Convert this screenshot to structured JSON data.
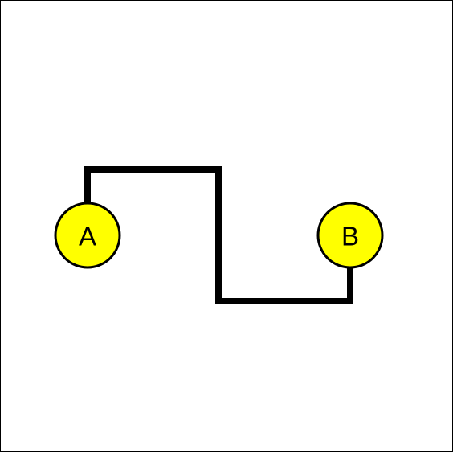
{
  "diagram": {
    "nodes": [
      {
        "id": "A",
        "label": "A"
      },
      {
        "id": "B",
        "label": "B"
      }
    ],
    "edges": [
      {
        "from": "A",
        "to": "B"
      }
    ]
  },
  "colors": {
    "node_fill": "#ffff00",
    "node_stroke": "#000000",
    "edge": "#000000",
    "background": "#ffffff",
    "border": "#000000"
  }
}
